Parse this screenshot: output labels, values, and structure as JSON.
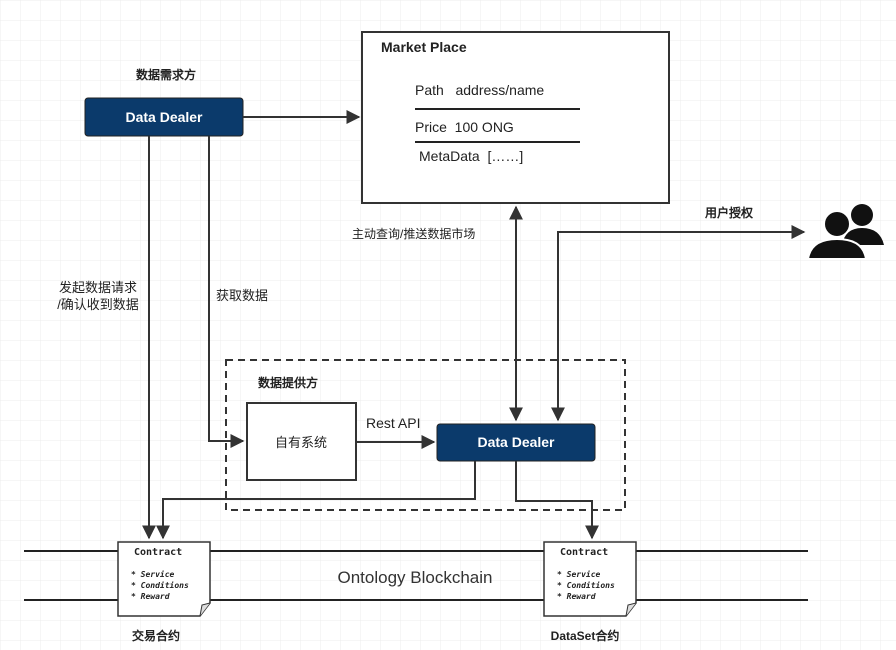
{
  "colors": {
    "dealer_fill": "#0b3a6b",
    "dealer_text": "#ffffff",
    "line": "#333333",
    "grid": "#e9e9e9",
    "text": "#222222"
  },
  "market_place": {
    "title": "Market Place",
    "path_line": "Path   address/name",
    "price_line": "Price  100 ONG",
    "metadata_line": "MetaData  [……]"
  },
  "demander": {
    "label": "数据需求方",
    "dealer_label": "Data Dealer"
  },
  "provider": {
    "label": "数据提供方",
    "own_system_label": "自有系统",
    "dealer_label": "Data Dealer",
    "rest_api_label": "Rest API"
  },
  "edges": {
    "request_label_line1": "发起数据请求",
    "request_label_line2": "/确认收到数据",
    "fetch_label": "获取数据",
    "query_label": "主动查询/推送数据市场",
    "auth_label": "用户授权"
  },
  "blockchain": {
    "label": "Ontology Blockchain"
  },
  "contracts": [
    {
      "title": "Contract",
      "items": [
        "Service",
        "Conditions",
        "Reward"
      ],
      "caption": "交易合约"
    },
    {
      "title": "Contract",
      "items": [
        "Service",
        "Conditions",
        "Reward"
      ],
      "caption": "DataSet合约"
    }
  ],
  "icons": {
    "users": "users-icon"
  }
}
